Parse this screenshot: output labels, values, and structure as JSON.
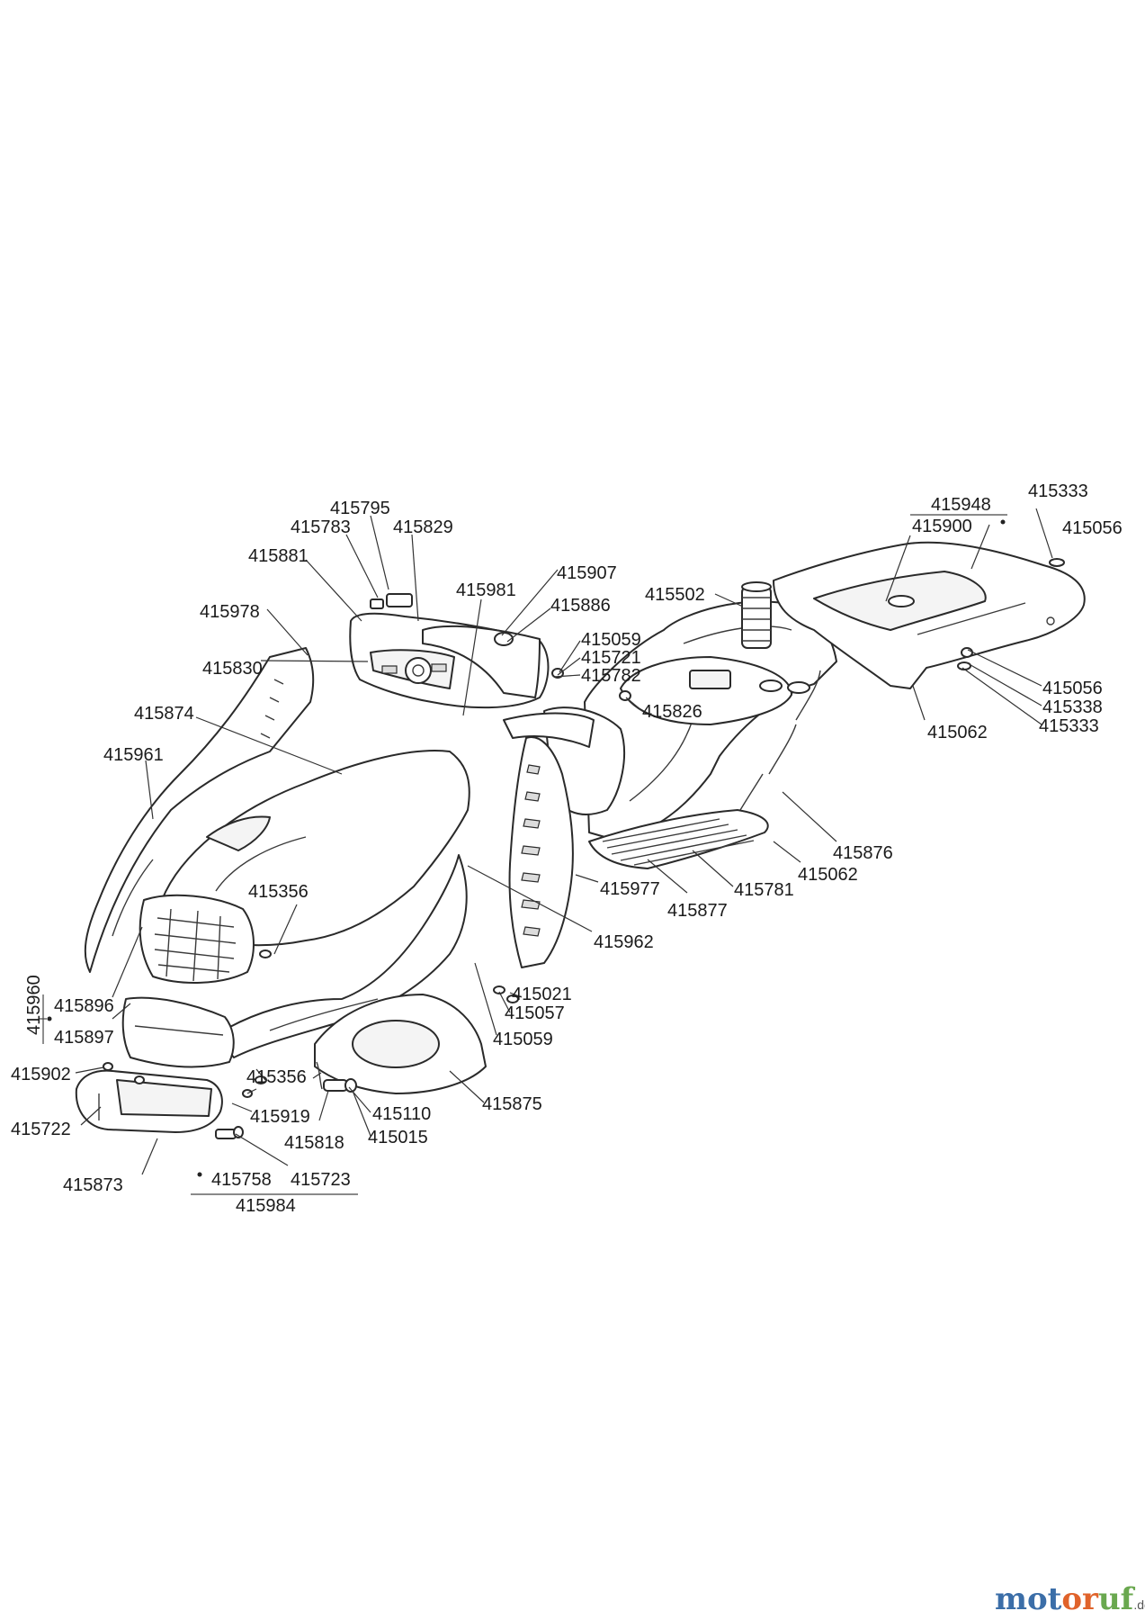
{
  "parts": {
    "p415795": "415795",
    "p415783": "415783",
    "p415829": "415829",
    "p415881": "415881",
    "p415981": "415981",
    "p415907": "415907",
    "p415886": "415886",
    "p415978": "415978",
    "p415059a": "415059",
    "p415721": "415721",
    "p415782": "415782",
    "p415830": "415830",
    "p415502": "415502",
    "p415826": "415826",
    "p415874": "415874",
    "p415961": "415961",
    "p415948": "415948",
    "p415900": "415900",
    "p415333a": "415333",
    "p415056a": "415056",
    "p415056b": "415056",
    "p415338": "415338",
    "p415333b": "415333",
    "p415062a": "415062",
    "p415876": "415876",
    "p415062b": "415062",
    "p415781": "415781",
    "p415877": "415877",
    "p415977": "415977",
    "p415962": "415962",
    "p415356a": "415356",
    "p415021": "415021",
    "p415057": "415057",
    "p415059b": "415059",
    "p415960": "415960",
    "p415896": "415896",
    "p415897": "415897",
    "p415902": "415902",
    "p415356b": "415356",
    "p415875": "415875",
    "p415110": "415110",
    "p415722": "415722",
    "p415919": "415919",
    "p415818": "415818",
    "p415015": "415015",
    "p415873": "415873",
    "p415758": "415758",
    "p415723": "415723",
    "p415984": "415984"
  },
  "watermark": {
    "part1": "mot",
    "part2": "or",
    "part3": "uf",
    "suffix": ".de"
  },
  "colors": {
    "line": "#2a2a2a",
    "watermark_blue": "#3b6ea8",
    "watermark_orange": "#e0632b",
    "watermark_green": "#6aa84f"
  }
}
